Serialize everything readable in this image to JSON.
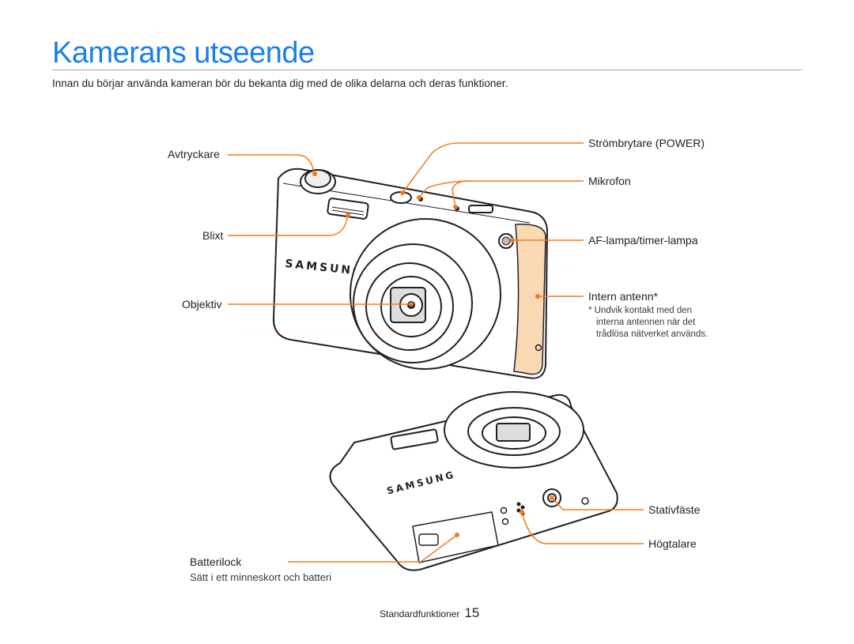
{
  "page": {
    "title": "Kamerans utseende",
    "intro": "Innan du börjar använda kameran bör du bekanta dig med de olika delarna och deras funktioner."
  },
  "camera_front": {
    "brand": "SAMSUNG",
    "labels": {
      "shutter": "Avtryckare",
      "flash": "Blixt",
      "lens": "Objektiv",
      "power": "Strömbrytare (POWER)",
      "microphone": "Mikrofon",
      "af_lamp": "AF-lampa/timer-lampa",
      "antenna": "Intern antenn*"
    },
    "antenna_note": [
      "* Undvik kontakt med den",
      "interna antennen när det",
      "trådlösa nätverket används."
    ]
  },
  "camera_bottom": {
    "brand": "SAMSUNG",
    "labels": {
      "tripod": "Stativfäste",
      "speaker": "Högtalare",
      "battery_cover": "Batterilock"
    },
    "battery_note": "Sätt i ett minneskort och batteri"
  },
  "footer": {
    "section": "Standardfunktioner",
    "page_number": "15"
  },
  "colors": {
    "title": "#1a80e5",
    "callout": "#f27c1b",
    "antenna_fill": "#f9d9b3"
  }
}
